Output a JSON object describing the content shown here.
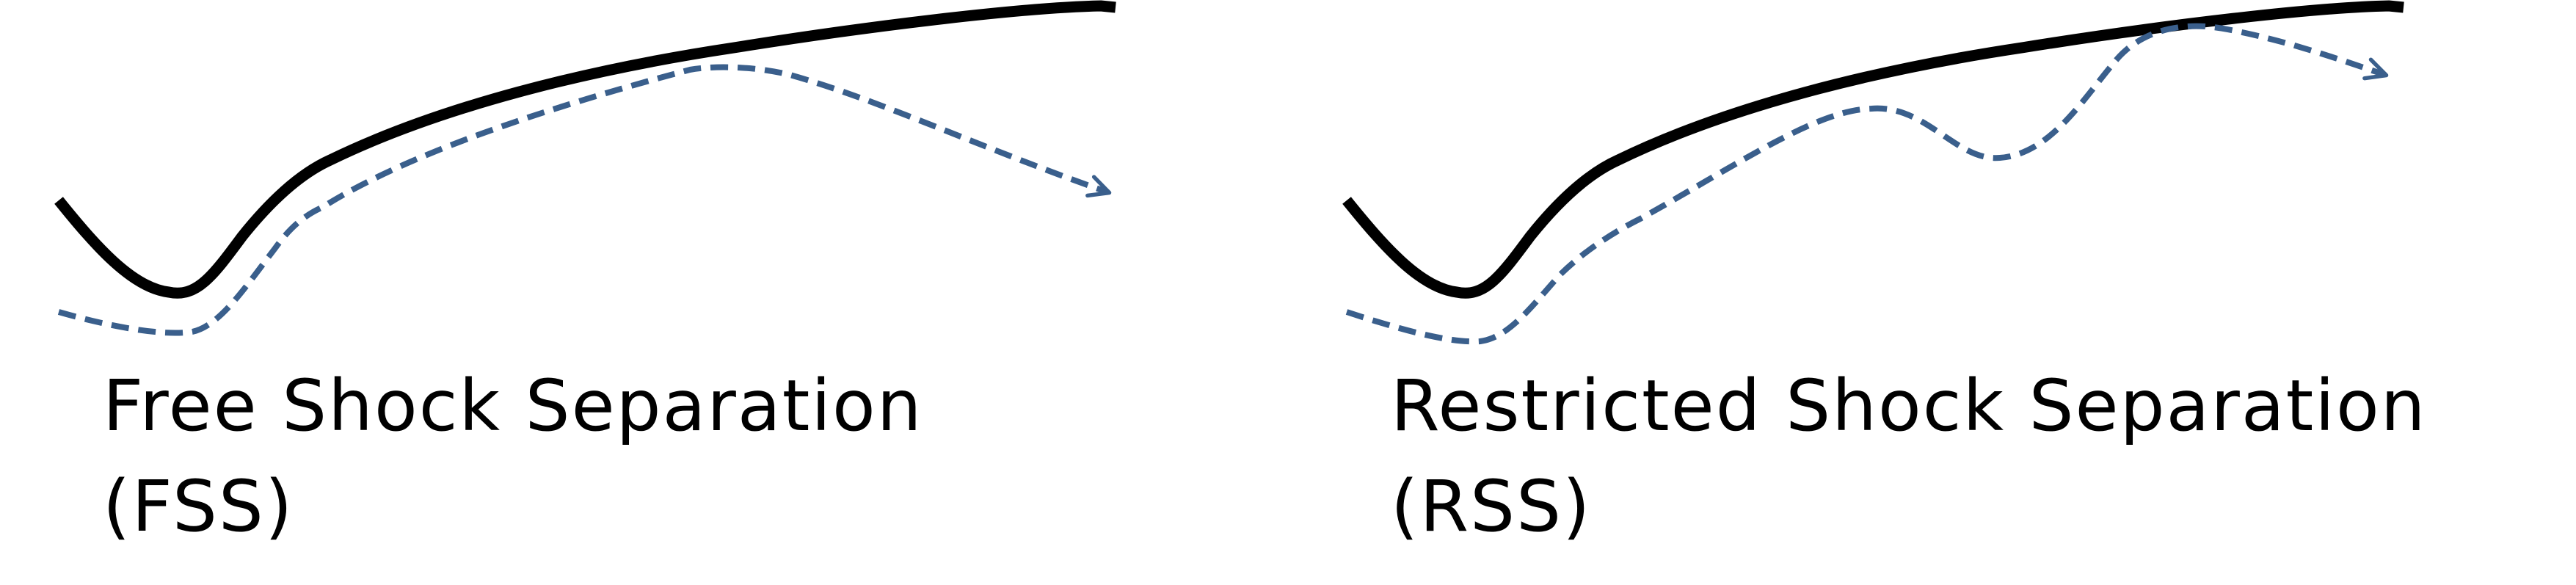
{
  "colors": {
    "wall": "#000000",
    "flow": "#3a5f8c",
    "background": "#ffffff"
  },
  "panels": [
    {
      "id": "fss",
      "label_line1": "Free Shock Separation",
      "label_line2": "(FSS)"
    },
    {
      "id": "rss",
      "label_line1": "Restricted Shock Separation",
      "label_line2": "(RSS)"
    }
  ]
}
